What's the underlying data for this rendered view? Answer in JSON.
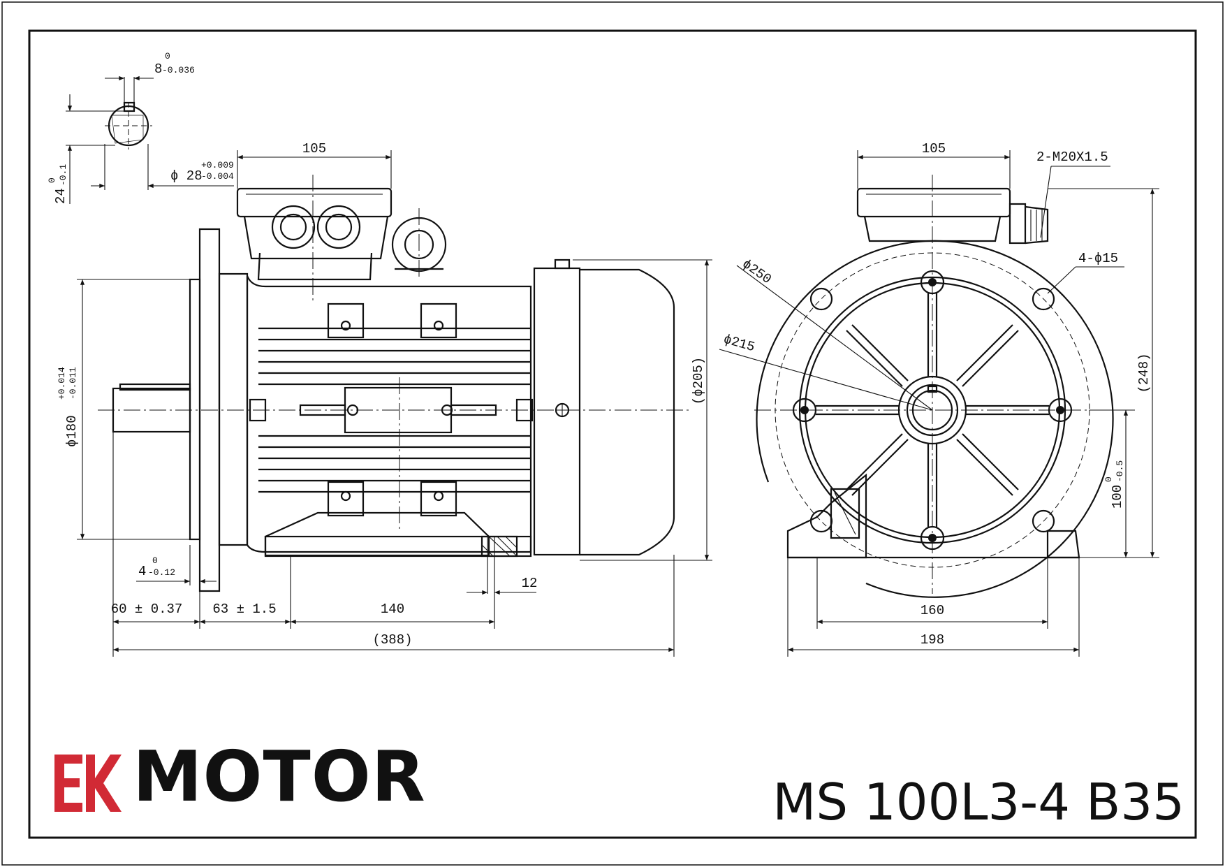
{
  "colors": {
    "line": "#111111",
    "brand_red": "#d12a35",
    "brand_black": "#111111",
    "background": "#ffffff"
  },
  "logo": {
    "mark": "EK",
    "word": "MOTOR"
  },
  "model": "MS 100L3-4 B35",
  "side_view": {
    "key_width": "8",
    "key_width_tol": {
      "upper": "0",
      "lower": "-0.036"
    },
    "key_depth": "24",
    "key_depth_tol": {
      "upper": "0",
      "lower": "-0.1"
    },
    "shaft_dia": "ϕ 28",
    "shaft_dia_tol": {
      "upper": "+0.009",
      "lower": "-0.004"
    },
    "terminal_box_width": "105",
    "spigot_dia": "ϕ180",
    "spigot_dia_tol": {
      "upper": "+0.014",
      "lower": "-0.011"
    },
    "body_dia": "(ϕ205)",
    "flange_thickness": "4",
    "flange_thickness_tol": {
      "upper": "0",
      "lower": "-0.12"
    },
    "shaft_length": "60 ± 0.37",
    "flange_to_foot": "63 ± 1.5",
    "foot_spacing": "140",
    "foot_hole": "12",
    "overall_length": "(388)"
  },
  "end_view": {
    "terminal_box_width": "105",
    "cable_gland": "2-M20X1.5",
    "holes": "4-ϕ15",
    "pcd": "ϕ250",
    "spigot": "ϕ215",
    "overall_height": "(248)",
    "shaft_height": "100",
    "shaft_height_tol": {
      "upper": "0",
      "lower": "-0.5"
    },
    "foot_hole_spacing": "160",
    "foot_width": "198"
  }
}
